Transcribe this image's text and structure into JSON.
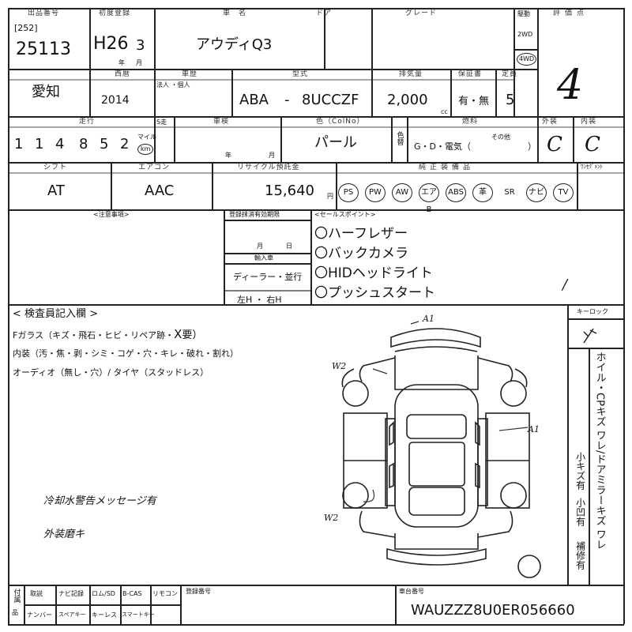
{
  "header": {
    "lot_label": "出品番号",
    "lot_sub": "[252]",
    "lot_number": "25113",
    "first_reg_label": "初度登録",
    "first_reg_value": "H26",
    "first_reg_month": "3",
    "first_reg_unit": "年月",
    "name_label": "車　名",
    "car_name": "アウディQ3",
    "door_label": "ドア",
    "grade_label": "グレード",
    "drive_label": "駆動",
    "drive_2wd": "2WD",
    "drive_4wd": "4WD",
    "score_label": "評価点",
    "score": "4"
  },
  "row2": {
    "region": "愛知",
    "year_label": "西暦",
    "year": "2014",
    "ownership_label": "車歴",
    "ownership_sub": "法人 ・個人",
    "model_label": "型式",
    "model_prefix": "ABA",
    "model_dash": "-",
    "model_code": "8UCCZF",
    "displacement_label": "排気量",
    "displacement": "2,000",
    "displacement_unit": "cc",
    "warranty_label": "保証書",
    "warranty": "有・無",
    "capacity_label": "定員",
    "capacity": "5"
  },
  "row3": {
    "mileage_label": "走行",
    "mileage": "114852",
    "mileage_digits": [
      "1",
      "1",
      "4",
      "8",
      "5",
      "2"
    ],
    "mile_label": "マイル",
    "km_label": "km",
    "s_label": "S走",
    "inspection_label": "車検",
    "inspection_year": "年",
    "inspection_month": "月",
    "color_label": "色（ColNo）",
    "color": "パール",
    "color_change_label": "色替",
    "fuel_label": "燃料",
    "fuel_options": "G・D・電気（",
    "fuel_other": "その他",
    "exterior_label": "外装",
    "exterior": "C",
    "interior_label": "内装",
    "interior": "C"
  },
  "row4": {
    "shift_label": "シフト",
    "shift": "AT",
    "ac_label": "エアコン",
    "ac": "AAC",
    "recycle_label": "リサイクル預託金",
    "recycle": "15,640",
    "recycle_unit": "円",
    "equipment_label": "純正装備品",
    "equipment": [
      "PS",
      "PW",
      "AW",
      "エアB",
      "ABS",
      "革",
      "SR",
      "ナビ",
      "TV"
    ],
    "equipment_circled": [
      true,
      true,
      true,
      true,
      true,
      true,
      false,
      true,
      true
    ],
    "onetime_label": "ﾜﾝｾｸﾞﾒﾝﾄ"
  },
  "notes": {
    "caution_label": "<注意事項>",
    "reg_expiry_label": "登録抹消有効期限",
    "reg_expiry_month": "月",
    "reg_expiry_day": "日",
    "import_label": "輸入車",
    "import_value": "ディーラー・並行",
    "steering": "左H ・ 右H",
    "sales_label": "<セールスポイント>",
    "sales_points": [
      "〇ハーフレザー",
      "〇バックカメラ",
      "〇HIDヘッドライト",
      "〇プッシュスタート"
    ]
  },
  "inspector": {
    "title": "< 検査員記入欄 >",
    "fglass": "Fガラス（キズ・飛石・ヒビ・リペア跡・",
    "fglass_mark": "X",
    "fglass_end": "要）",
    "interior": "内装（汚・焦・剥・シミ・コゲ・穴・キレ・破れ・割れ）",
    "audio": "オーディオ（無し・穴）/ タイヤ（スタッドレス）",
    "note1": "冷却水警告メッセージ有",
    "note2": "外装磨キ"
  },
  "diagram": {
    "mark_a1_top": "A1",
    "mark_w2_left": "W2",
    "mark_a1_right": "A1",
    "mark_w2_bottom": "W2"
  },
  "keylock": {
    "label": "キーロック",
    "side_text_1": "ホイル・CPキズ ワレ/ドアミラーキズ ワレ",
    "side_text_2": "小キズ有",
    "side_text_3": "小凹有",
    "side_text_4": "補修有"
  },
  "footer": {
    "items_top": [
      "取説",
      "ナビ記録",
      "ロム/SD",
      "B-CAS",
      "リモコン"
    ],
    "items_bottom": [
      "ナンバー",
      "スペアキー",
      "キーレス",
      "スマートキー"
    ],
    "row_label_1": "付属",
    "row_label_2": "品",
    "reg_number_label": "登録番号",
    "vin_label": "車台番号",
    "vin": "WAUZZZ8U0ER056660"
  }
}
